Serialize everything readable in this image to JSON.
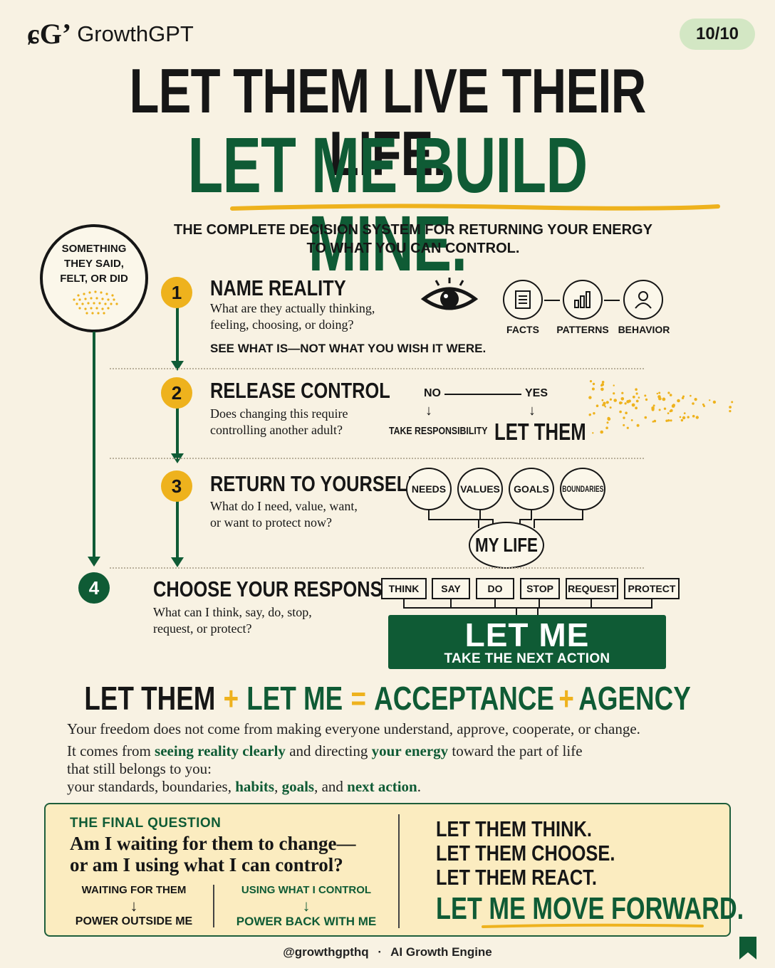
{
  "header": {
    "logo_mark": "ɕGʼ",
    "brand": "GrowthGPT",
    "page_indicator": "10/10"
  },
  "title": {
    "line1": "LET THEM LIVE THEIR LIFE.",
    "line2": "LET ME BUILD MINE."
  },
  "subtitle": {
    "line1": "THE COMPLETE DECISION SYSTEM FOR RETURNING YOUR ENERGY",
    "line2": "TO WHAT YOU CAN CONTROL."
  },
  "trigger": {
    "line1": "SOMETHING",
    "line2": "THEY SAID,",
    "line3": "FELT, OR DID"
  },
  "colors": {
    "green": "#0f5b35",
    "gold": "#eeb21d",
    "cream": "#f8f2e3"
  },
  "steps": [
    {
      "number": "1",
      "heading": "NAME REALITY",
      "desc_line1": "What are they actually thinking,",
      "desc_line2": "feeling, choosing, or doing?",
      "tagline": "SEE WHAT IS—NOT WHAT YOU WISH IT WERE.",
      "icons": [
        {
          "icon": "document-icon",
          "label": "FACTS"
        },
        {
          "icon": "bar-chart-icon",
          "label": "PATTERNS"
        },
        {
          "icon": "person-icon",
          "label": "BEHAVIOR"
        }
      ]
    },
    {
      "number": "2",
      "heading": "RELEASE CONTROL",
      "desc_line1": "Does changing this require",
      "desc_line2": "controlling another adult?",
      "no_label": "NO",
      "yes_label": "YES",
      "arrow": "↓",
      "no_result": "TAKE RESPONSIBILITY",
      "yes_result": "LET THEM"
    },
    {
      "number": "3",
      "heading": "RETURN TO YOURSELF",
      "desc_line1": "What do I need, value, want,",
      "desc_line2": "or want to protect now?",
      "bubbles": [
        "NEEDS",
        "VALUES",
        "GOALS",
        "BOUNDARIES"
      ],
      "center": "MY LIFE"
    },
    {
      "number": "4",
      "heading": "CHOOSE YOUR RESPONSE",
      "desc_line1": "What can I think, say, do, stop,",
      "desc_line2": "request, or protect?",
      "actions": [
        "THINK",
        "SAY",
        "DO",
        "STOP",
        "REQUEST",
        "PROTECT"
      ],
      "result_title": "LET ME",
      "result_sub": "TAKE THE NEXT ACTION"
    }
  ],
  "equation": {
    "part1": "LET THEM",
    "plus1": "+",
    "part2": "LET ME",
    "equals": "=",
    "part3": "ACCEPTANCE",
    "plus2": "+",
    "part4": "AGENCY"
  },
  "paragraph": {
    "line1": "Your freedom does not come from making everyone understand, approve, cooperate, or change.",
    "line2_a": "It comes from ",
    "line2_b": "seeing reality clearly",
    "line2_c": " and directing ",
    "line2_d": "your energy",
    "line2_e": " toward the part of life",
    "line3": "that still belongs to you:",
    "line4_a": "your standards, boundaries, ",
    "line4_b": "habits",
    "line4_c": ", ",
    "line4_d": "goals",
    "line4_e": ", and ",
    "line4_f": "next action",
    "line4_g": "."
  },
  "final": {
    "label": "THE FINAL QUESTION",
    "question_line1": "Am I waiting for them to change—",
    "question_line2": "or am I using what I can control?",
    "left_top": "WAITING FOR THEM",
    "left_bottom": "POWER OUTSIDE ME",
    "right_top": "USING WHAT I CONTROL",
    "right_bottom": "POWER BACK WITH ME",
    "arrow": "↓",
    "lines": [
      "LET THEM THINK.",
      "LET THEM CHOOSE.",
      "LET THEM REACT."
    ],
    "closing": "LET ME MOVE FORWARD."
  },
  "footer": {
    "handle": "@growthgpthq",
    "separator": "·",
    "tagline": "AI Growth Engine"
  }
}
